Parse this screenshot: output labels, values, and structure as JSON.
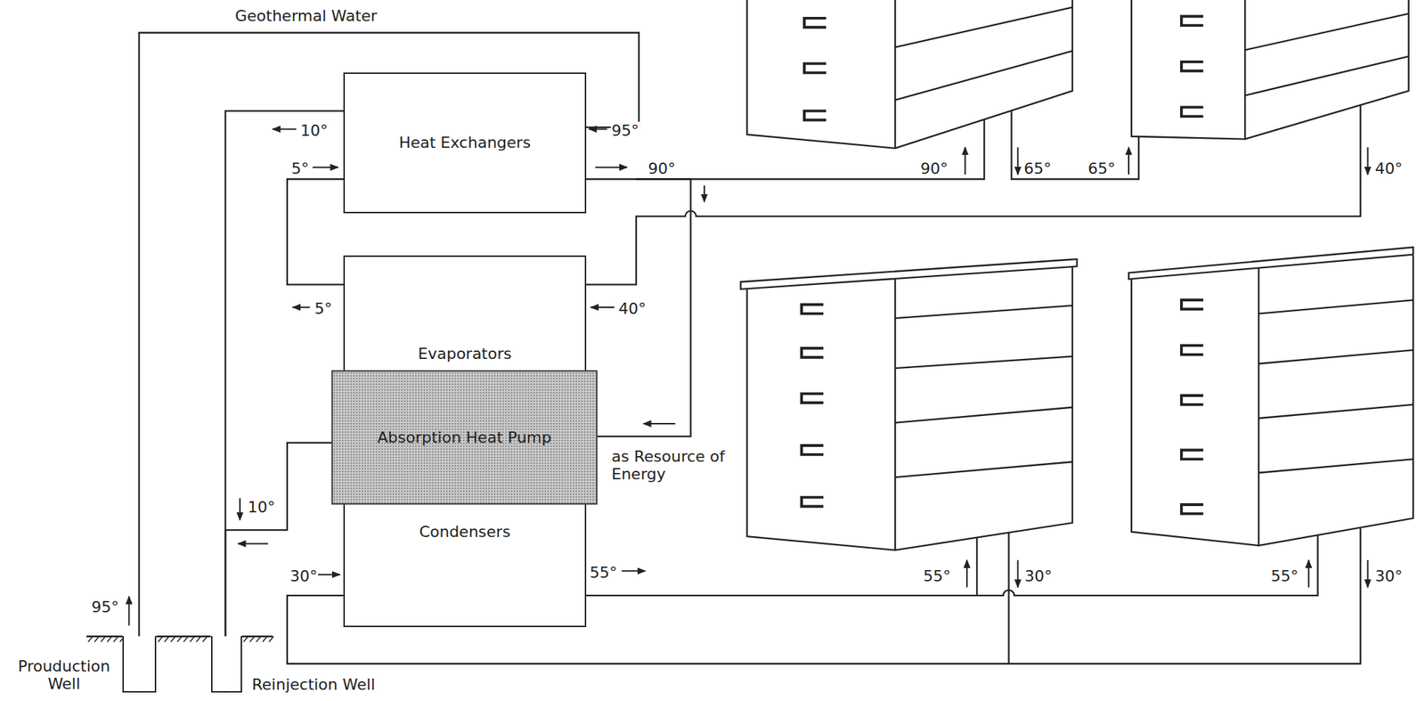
{
  "diagram": {
    "nodes": [
      {
        "text": [
          "Heat Exchangers"
        ]
      },
      {
        "text": [
          "Evaporators"
        ]
      },
      {
        "text": [
          "Absorption Heat Pump"
        ]
      },
      {
        "text": [
          "Condensers"
        ]
      },
      {
        "text": [
          "Prouduction Well"
        ]
      },
      {
        "text": [
          "Reinjection Well"
        ]
      }
    ],
    "edges": [
      {
        "from": 4,
        "to": 0,
        "arrow": "none",
        "label": "Geothermal Water"
      },
      {
        "from": 0,
        "to": 5,
        "arrow": "none"
      },
      {
        "from": 0,
        "to": 2,
        "arrow": "none",
        "label": "as Resource of Energy"
      },
      {
        "from": 2,
        "to": 5,
        "arrow": "none"
      },
      {
        "from": 1,
        "to": 0,
        "arrow": "none"
      }
    ],
    "labels": [
      "10°",
      "95°",
      "5°",
      "90°",
      "90°",
      "65°",
      "65°",
      "40°",
      "5°",
      "40°",
      "10°",
      "30°",
      "55°",
      "55°",
      "30°",
      "55°",
      "30°",
      "95°"
    ]
  }
}
